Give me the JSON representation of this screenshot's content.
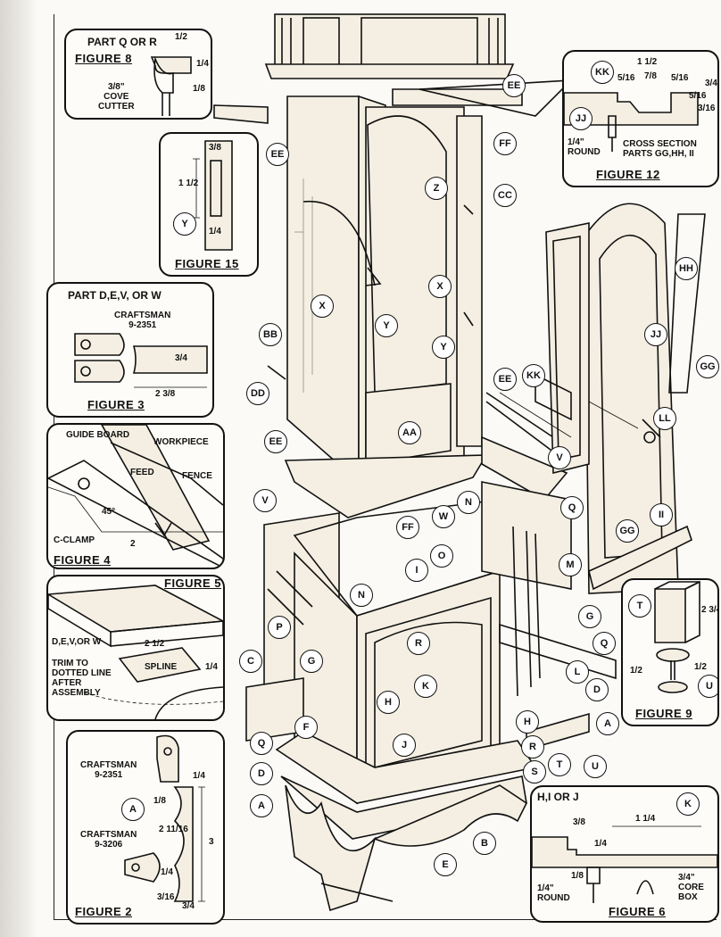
{
  "fig8": {
    "caption": "FIGURE 8",
    "part": "PART Q OR R",
    "cutter": "3/8\"\nCOVE\nCUTTER",
    "dims": [
      "1/2",
      "1/4",
      "1/8"
    ]
  },
  "fig15": {
    "caption": "FIGURE 15",
    "dims": [
      "3/8",
      "1 1/2",
      "1/4"
    ],
    "tag": "Y"
  },
  "fig3": {
    "caption": "FIGURE 3",
    "part": "PART D,E,V, OR W",
    "tool": "CRAFTSMAN\n9-2351",
    "dims": [
      "3/4",
      "2 3/8"
    ]
  },
  "fig4": {
    "caption": "FIGURE 4",
    "labels": [
      "GUIDE BOARD",
      "WORKPIECE",
      "FEED",
      "FENCE",
      "45°",
      "C-CLAMP",
      "2"
    ]
  },
  "fig5": {
    "caption": "FIGURE 5",
    "labels": [
      "D,E,V,OR W",
      "2 1/2",
      "SPLINE",
      "TRIM TO\nDOTTED LINE\nAFTER\nASSEMBLY",
      "1/4"
    ]
  },
  "fig2": {
    "caption": "FIGURE 2",
    "tool1": "CRAFTSMAN\n9-2351",
    "tool2": "CRAFTSMAN\n9-3206",
    "dims": [
      "1/4",
      "1/8",
      "2 11/16",
      "1/4",
      "3/16",
      "3/4",
      "3"
    ],
    "tag": "A"
  },
  "fig12": {
    "caption": "FIGURE 12",
    "section": "CROSS SECTION\nPARTS GG,HH, II",
    "round": "1/4\"\nROUND",
    "dims": [
      "1 1/2",
      "7/8",
      "5/16",
      "5/16",
      "5/16",
      "3/16",
      "3/4"
    ],
    "tags": [
      "KK",
      "JJ"
    ]
  },
  "fig9": {
    "caption": "FIGURE 9",
    "dims": [
      "2 3/4",
      "1/2",
      "1/2"
    ],
    "tags": [
      "T",
      "U"
    ]
  },
  "fig6": {
    "caption": "FIGURE 6",
    "part": "H,I OR J",
    "round": "1/4\"\nROUND",
    "core": "3/4\"\nCORE\nBOX",
    "dims": [
      "3/8",
      "1/4",
      "1 1/4",
      "1/8"
    ],
    "tag": "K"
  },
  "tags": [
    "EE",
    "FF",
    "Z",
    "CC",
    "X",
    "X",
    "Y",
    "Y",
    "BB",
    "DD",
    "AA",
    "EE",
    "KK",
    "EE",
    "V",
    "HH",
    "JJ",
    "GG",
    "LL",
    "GG",
    "II",
    "V",
    "FF",
    "W",
    "N",
    "Q",
    "I",
    "O",
    "M",
    "N",
    "P",
    "G",
    "Q",
    "R",
    "C",
    "G",
    "K",
    "H",
    "L",
    "D",
    "F",
    "H",
    "A",
    "J",
    "R",
    "T",
    "U",
    "S",
    "Q",
    "D",
    "A",
    "B",
    "E",
    "EE"
  ]
}
